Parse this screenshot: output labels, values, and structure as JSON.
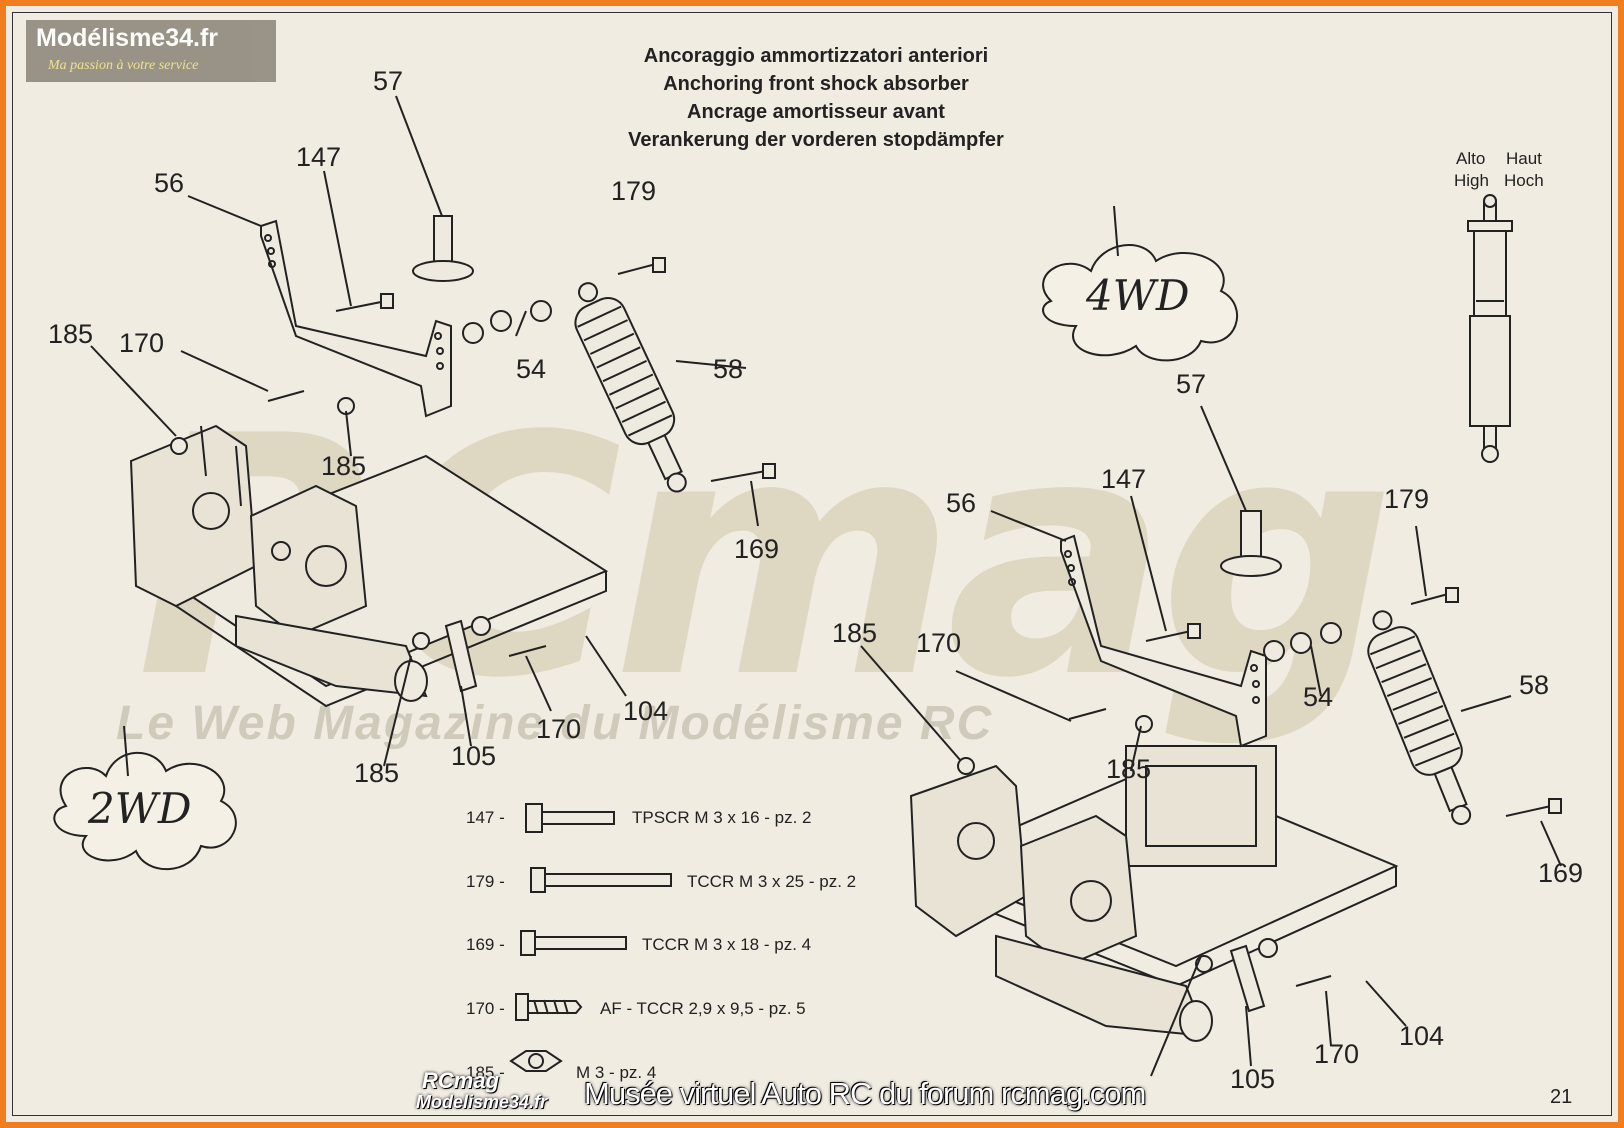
{
  "watermark": {
    "site": "Modélisme34.fr",
    "slogan": "Ma passion à votre service",
    "big_logo": "RCmag",
    "tagline": "Le Web Magazine du Modélisme RC"
  },
  "title_lines": [
    "Ancoraggio ammortizzatori anteriori",
    "Anchoring front shock absorber",
    "Ancrage amortisseur avant",
    "Verankerung der vorderen stopdämpfer"
  ],
  "left_diagram": {
    "tag": "2WD",
    "callouts": [
      "57",
      "147",
      "56",
      "179",
      "185",
      "170",
      "54",
      "58",
      "185",
      "169",
      "104",
      "170",
      "105",
      "185"
    ]
  },
  "right_diagram": {
    "tag": "4WD",
    "callouts": [
      "57",
      "56",
      "147",
      "179",
      "185",
      "170",
      "54",
      "58",
      "185",
      "169",
      "104",
      "170",
      "105"
    ]
  },
  "shock_orientation": {
    "labels": [
      "Alto",
      "Haut",
      "High",
      "Hoch"
    ]
  },
  "legend": [
    {
      "num": "147 -",
      "desc": "TPSCR M 3 x 16 - pz. 2"
    },
    {
      "num": "179 -",
      "desc": "TCCR M 3 x 25 - pz. 2"
    },
    {
      "num": "169 -",
      "desc": "TCCR M 3 x 18 - pz. 4"
    },
    {
      "num": "170 -",
      "desc": "AF - TCCR 2,9 x 9,5 - pz. 5"
    },
    {
      "num": "185 -",
      "desc": "M 3 - pz. 4"
    }
  ],
  "footer": {
    "logo_top": "RCmag",
    "logo_bottom": "Modelisme34.fr",
    "text": "Musée virtuel Auto RC du forum rcmag.com"
  },
  "page_number": "21"
}
